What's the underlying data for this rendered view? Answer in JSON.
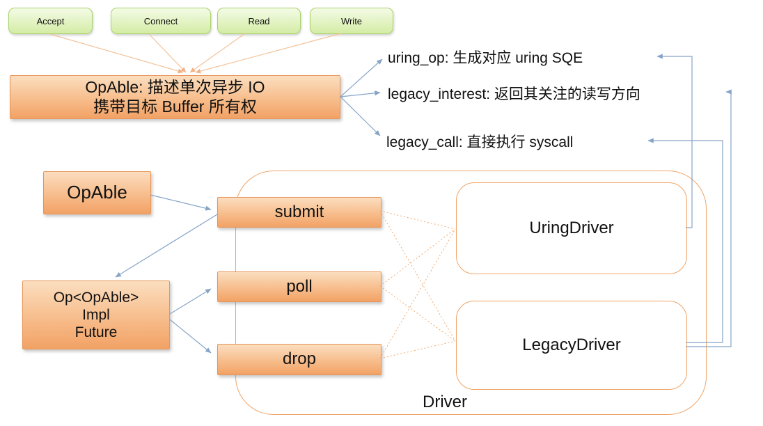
{
  "top_ops": [
    {
      "label": "Accept"
    },
    {
      "label": "Connect"
    },
    {
      "label": "Read"
    },
    {
      "label": "Write"
    }
  ],
  "opable_desc": {
    "line1": "OpAble: 描述单次异步 IO",
    "line2": "携带目标 Buffer 所有权"
  },
  "trait_methods": [
    {
      "name": "uring_op",
      "text": "uring_op: 生成对应 uring SQE"
    },
    {
      "name": "legacy_interest",
      "text": "legacy_interest: 返回其关注的读写方向"
    },
    {
      "name": "legacy_call",
      "text": "legacy_call: 直接执行 syscall"
    }
  ],
  "left_flow": {
    "opable_label": "OpAble",
    "op_impl": {
      "lines": [
        "Op<OpAble>",
        "Impl",
        "Future"
      ]
    }
  },
  "driver": {
    "label": "Driver",
    "methods": [
      {
        "label": "submit"
      },
      {
        "label": "poll"
      },
      {
        "label": "drop"
      }
    ],
    "impls": [
      {
        "label": "UringDriver"
      },
      {
        "label": "LegacyDriver"
      }
    ]
  },
  "colors": {
    "orange_box_top": "#fbdebf",
    "orange_box_bottom": "#f2a265",
    "orange_border": "#e8965a",
    "orange_outline": "#f0a467",
    "orange_fan_line": "#f3c39a",
    "orange_dotted_line": "#f0a96e",
    "green_box_top": "#f4fbe7",
    "green_box_bottom": "#d3eca5",
    "green_border": "#a9d36b",
    "blue_connector": "#86a4c8",
    "text": "#111111"
  }
}
